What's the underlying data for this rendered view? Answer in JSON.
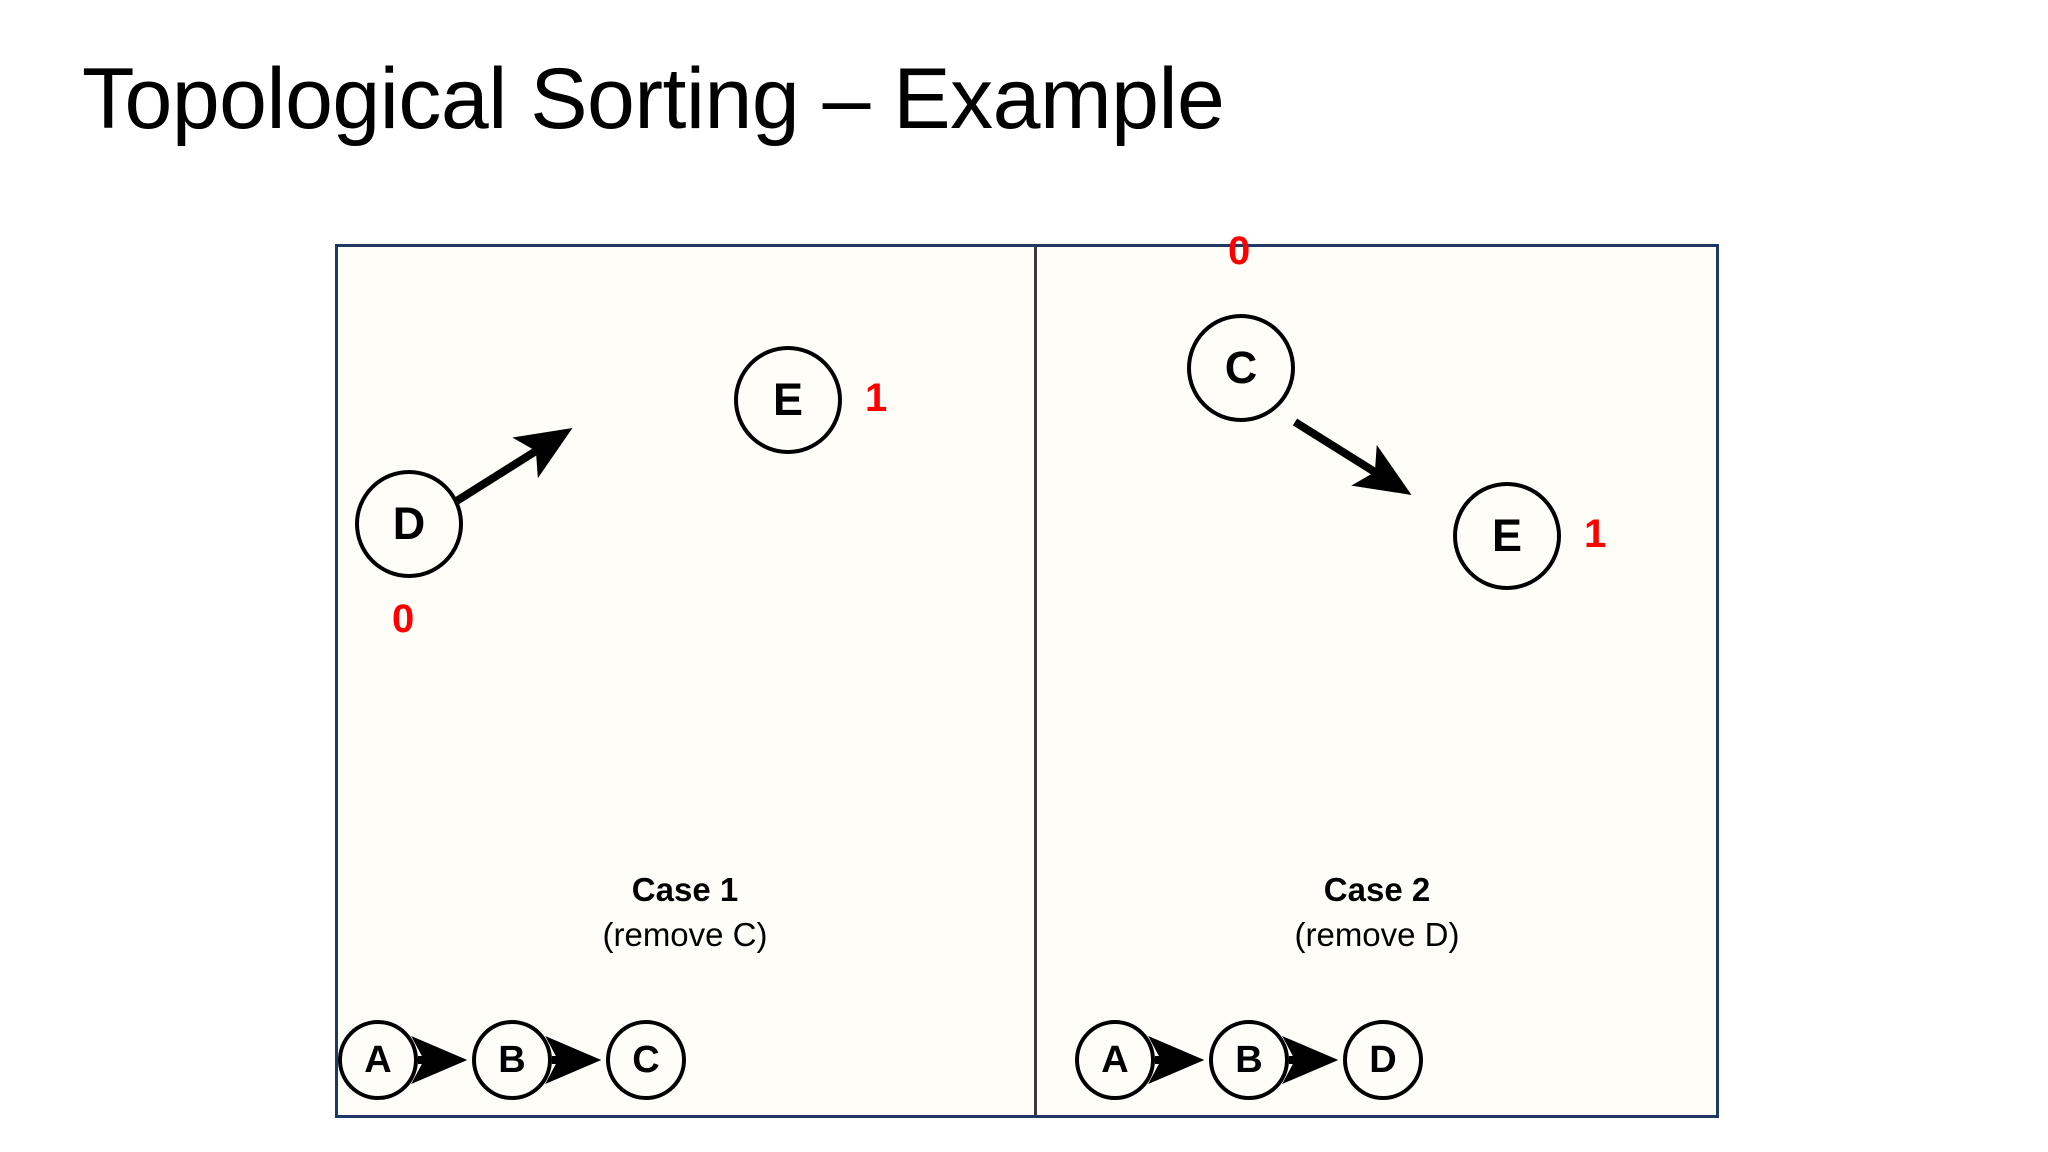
{
  "slide": {
    "title": "Topological Sorting – Example",
    "background_color": "#ffffff",
    "panel_fill": "#fefdf8",
    "panel_border_color": "#203864",
    "divider_color": "#3a3a3a",
    "node_stroke_color": "#000000",
    "edge_color": "#000000",
    "degree_color": "#ff0000"
  },
  "cases": [
    {
      "id": "case-1",
      "title": "Case 1",
      "subtitle": "(remove C)",
      "graph": {
        "nodes": [
          {
            "id": "D",
            "label": "D",
            "degree": "0",
            "degree_position": "below"
          },
          {
            "id": "E",
            "label": "E",
            "degree": "1",
            "degree_position": "right"
          }
        ],
        "edges": [
          {
            "from": "D",
            "to": "E"
          }
        ]
      },
      "chain": {
        "nodes": [
          {
            "id": "A",
            "label": "A"
          },
          {
            "id": "B",
            "label": "B"
          },
          {
            "id": "C",
            "label": "C"
          }
        ],
        "edges": [
          {
            "from": "A",
            "to": "B"
          },
          {
            "from": "B",
            "to": "C"
          }
        ]
      }
    },
    {
      "id": "case-2",
      "title": "Case 2",
      "subtitle": "(remove D)",
      "graph": {
        "nodes": [
          {
            "id": "C",
            "label": "C",
            "degree": "0",
            "degree_position": "above"
          },
          {
            "id": "E",
            "label": "E",
            "degree": "1",
            "degree_position": "right"
          }
        ],
        "edges": [
          {
            "from": "C",
            "to": "E"
          }
        ]
      },
      "chain": {
        "nodes": [
          {
            "id": "A",
            "label": "A"
          },
          {
            "id": "B",
            "label": "B"
          },
          {
            "id": "D",
            "label": "D"
          }
        ],
        "edges": [
          {
            "from": "A",
            "to": "B"
          },
          {
            "from": "B",
            "to": "D"
          }
        ]
      }
    }
  ]
}
